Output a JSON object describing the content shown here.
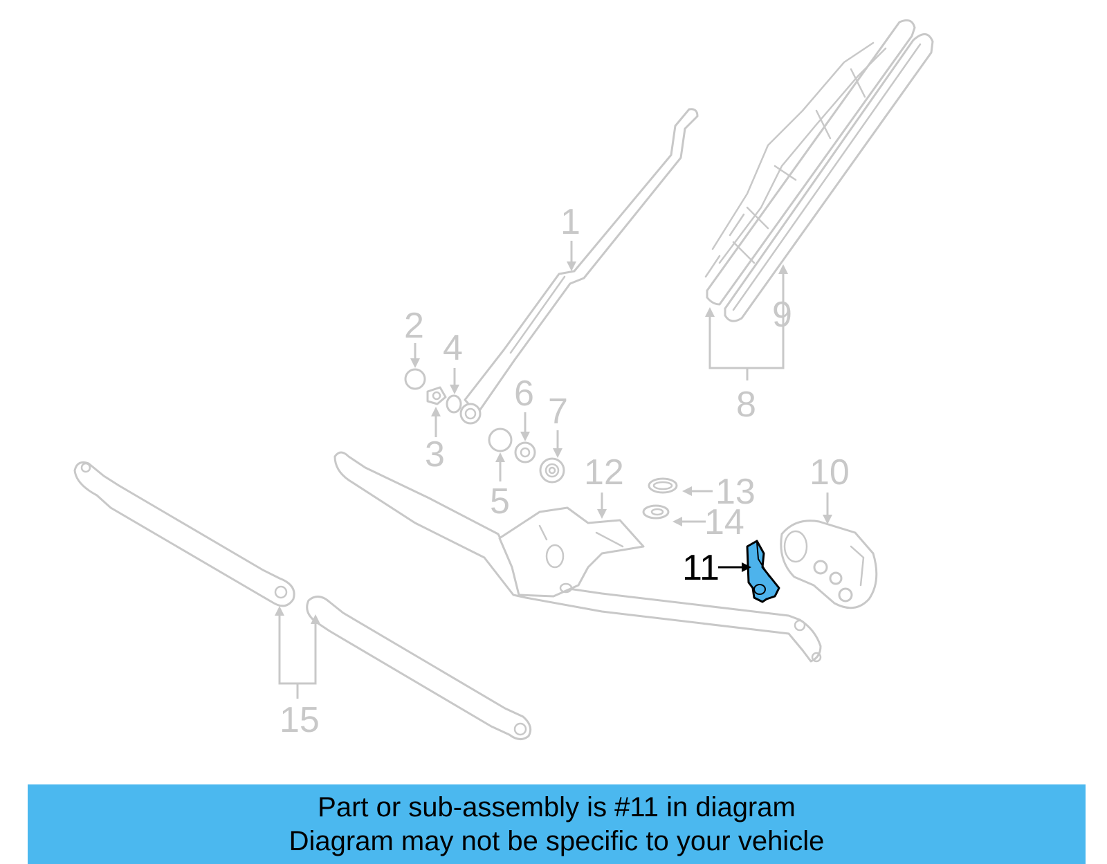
{
  "diagram": {
    "highlight_color": "#4db3ec",
    "part_color": "#c8c8c8",
    "callouts": {
      "c1": "1",
      "c2": "2",
      "c3": "3",
      "c4": "4",
      "c5": "5",
      "c6": "6",
      "c7": "7",
      "c8": "8",
      "c9": "9",
      "c10": "10",
      "c11": "11",
      "c12": "12",
      "c13": "13",
      "c14": "14",
      "c15": "15"
    },
    "highlighted_callout": "11"
  },
  "banner": {
    "color": "#4bb8ef",
    "line1": "Part or sub-assembly is #11 in diagram",
    "line2": "Diagram may not be specific to your vehicle"
  }
}
